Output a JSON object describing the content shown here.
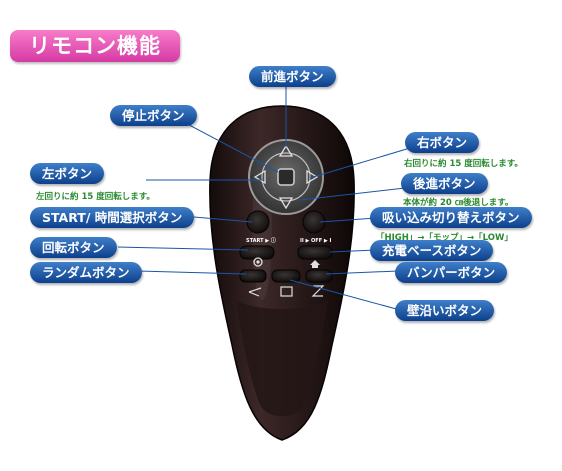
{
  "title": "リモコン機能",
  "labels": {
    "forward": "前進ボタン",
    "stop": "停止ボタン",
    "right": "右ボタン",
    "left": "左ボタン",
    "backward": "後進ボタン",
    "start_time": "START/ 時間選択ボタン",
    "suction": "吸い込み切り替えボタン",
    "rotate": "回転ボタン",
    "charge": "充電ベースボタン",
    "random": "ランダムボタン",
    "bumper": "バンパーボタン",
    "wall": "壁沿いボタン"
  },
  "notes": {
    "right": "右回りに約 15 度回転します。",
    "left": "左回りに約 15 度回転します。",
    "backward": "本体が約 20 ㎝後退します。",
    "suction": "「HIGH」→「モップ」→「LOW」"
  },
  "remote_text": {
    "start": "START ▶ ⓘ",
    "off": "II ▶ OFF ▶ I"
  },
  "colors": {
    "title_bg": "#e14fb1",
    "label_bg": "#1a55a6",
    "note_text": "#2a8a2f",
    "remote_body": "#2a1a1a"
  }
}
